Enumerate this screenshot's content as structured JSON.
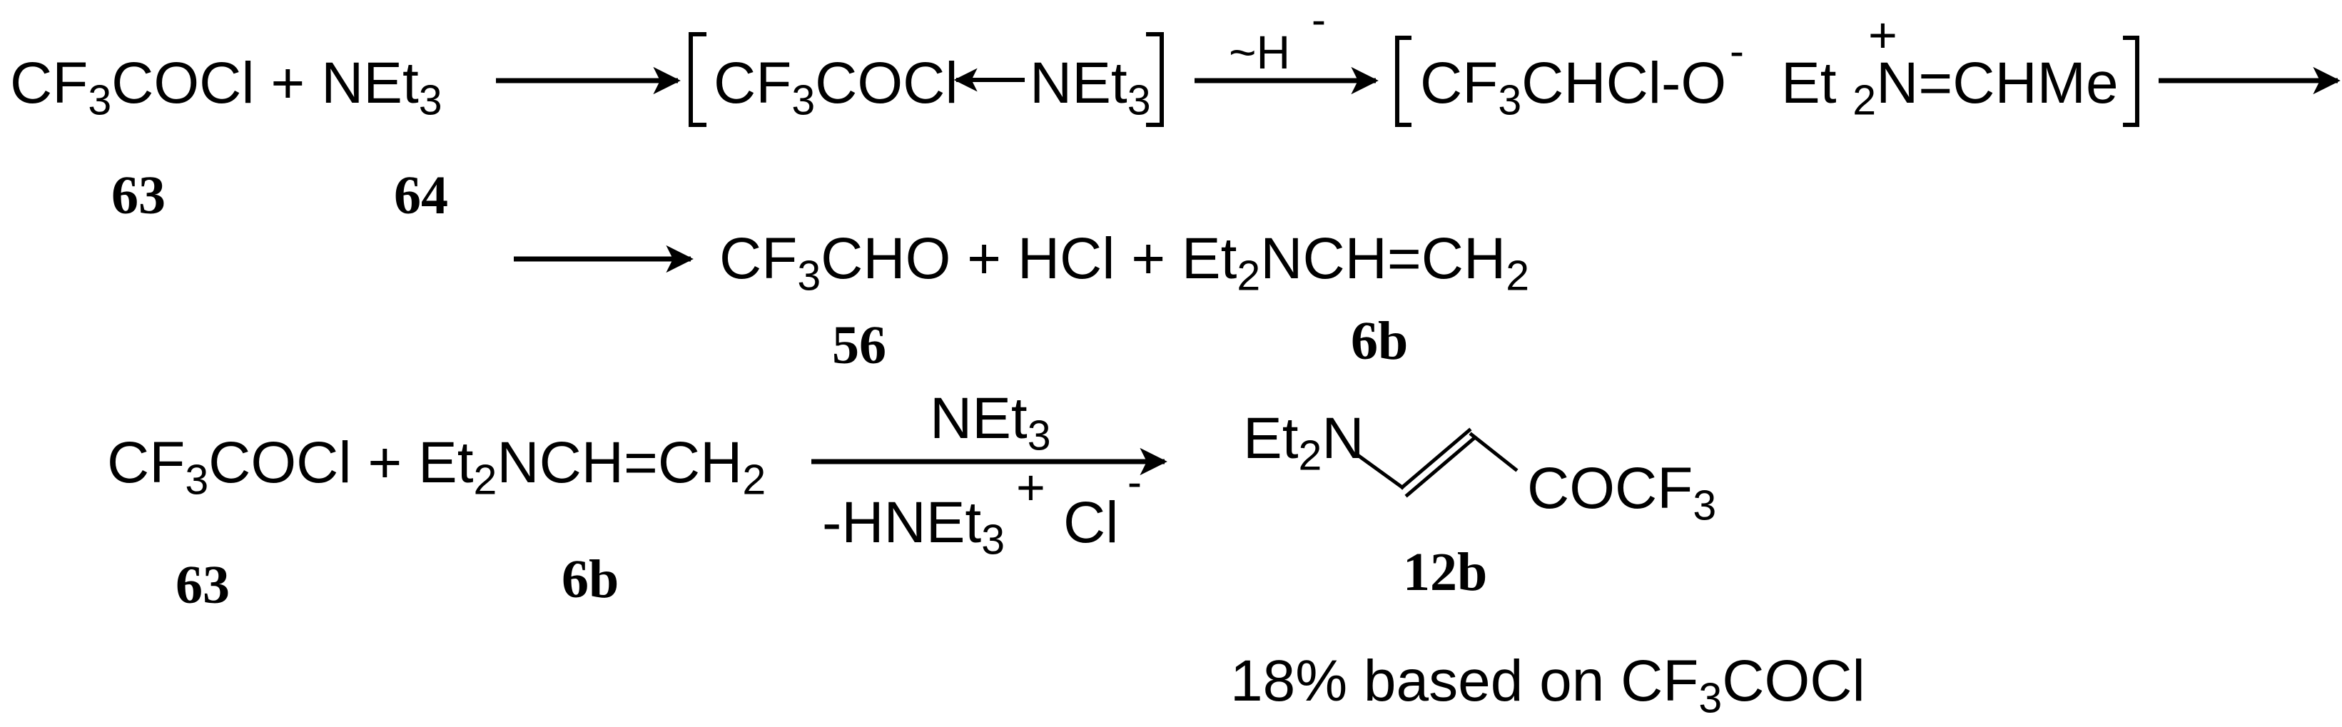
{
  "scheme": {
    "row1": {
      "reactant1": "CF",
      "reactant1_sub": "3",
      "reactant1_tail": "COCl",
      "plus": "+",
      "reactant2": "NEt",
      "reactant2_sub": "3",
      "label_reactant1": "63",
      "label_reactant2": "64",
      "complex": {
        "part1": "CF",
        "part1_sub": "3",
        "part1_tail": "COCl",
        "part2": "NEt",
        "part2_sub": "3"
      },
      "hydride_shift": "~H",
      "hydride_charge": "-",
      "ion_pair": {
        "anion": "CF",
        "anion_sub": "3",
        "anion_tail": "CHCl-O",
        "anion_charge": "-",
        "cation_head": "Et",
        "cation_sub": "2",
        "cation_tail": "N=CHMe",
        "cation_charge": "+"
      }
    },
    "row2": {
      "product1": "CF",
      "product1_sub": "3",
      "product1_tail": "CHO + HCl + Et",
      "product_sub": "2",
      "product_tail": "NCH=CH",
      "product_tail_sub": "2",
      "label_product1": "56",
      "label_product2": "6b"
    },
    "row3": {
      "reactant1": "CF",
      "reactant1_sub": "3",
      "reactant1_tail": "COCl + Et",
      "reactant2_sub": "2",
      "reactant2_tail": "NCH=CH",
      "reactant2_tail_sub": "2",
      "reagent_above": "NEt",
      "reagent_above_sub": "3",
      "reagent_below": "-HNEt",
      "reagent_below_sub": "3",
      "reagent_below_plus": "+",
      "reagent_below_tail": "Cl",
      "reagent_below_minus": "-",
      "label_reactant1": "63",
      "label_reactant2": "6b",
      "product": {
        "amine_head": "Et",
        "amine_sub": "2",
        "amine_tail": "N",
        "ketone": "COCF",
        "ketone_sub": "3",
        "label": "12b"
      },
      "yield_prefix": "18% based on CF",
      "yield_sub": "3",
      "yield_tail": "COCl"
    }
  },
  "colors": {
    "ink": "#000000",
    "background": "#ffffff"
  }
}
